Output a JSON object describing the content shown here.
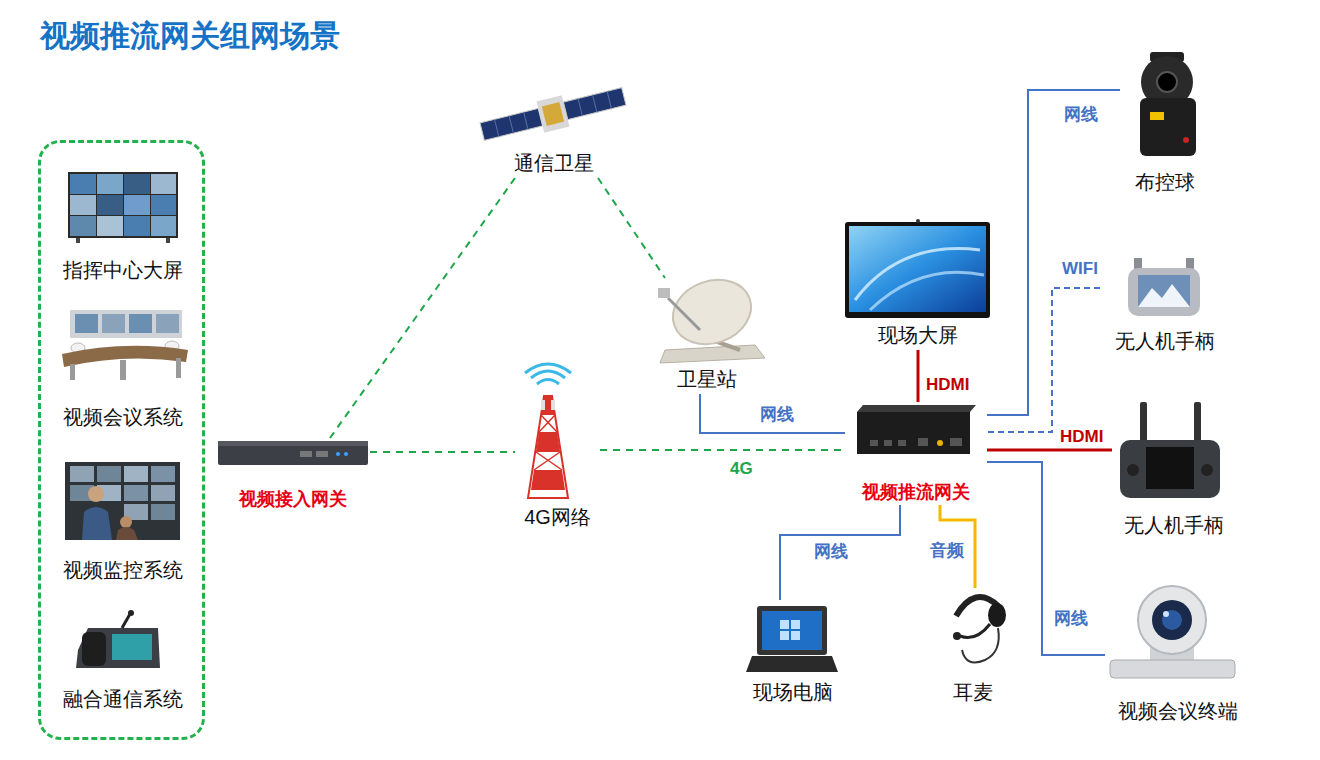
{
  "diagram": {
    "title": "视频推流网关组网场景",
    "nodes": [
      {
        "text": []
      },
      {
        "text": [
          "指挥中心大屏"
        ],
        "in": 0
      },
      {
        "text": [
          "视频会议系统"
        ],
        "in": 0
      },
      {
        "text": [
          "视频监控系统"
        ],
        "in": 0
      },
      {
        "text": [
          "融合通信系统"
        ],
        "in": 0
      },
      {
        "text": [
          "视频接入网关"
        ]
      },
      {
        "text": [
          "通信卫星"
        ]
      },
      {
        "text": [
          "4G网络"
        ]
      },
      {
        "text": [
          "卫星站"
        ]
      },
      {
        "text": [
          "现场大屏"
        ]
      },
      {
        "text": [
          "视频推流网关"
        ]
      },
      {
        "text": [
          "布控球"
        ]
      },
      {
        "text": [
          "无人机手柄"
        ]
      },
      {
        "text": [
          "无人机手柄"
        ]
      },
      {
        "text": [
          "现场电脑"
        ]
      },
      {
        "text": [
          "耳麦"
        ]
      },
      {
        "text": [
          "视频会议终端"
        ]
      }
    ],
    "edges": [
      {
        "from": 5,
        "to": 6,
        "arrow": "none"
      },
      {
        "from": 6,
        "to": 8,
        "arrow": "none"
      },
      {
        "from": 5,
        "to": 7,
        "arrow": "none"
      },
      {
        "from": 7,
        "to": 10,
        "label": "4G",
        "arrow": "none"
      },
      {
        "from": 8,
        "to": 10,
        "label": "网线",
        "arrow": "none"
      },
      {
        "from": 9,
        "to": 10,
        "label": "HDMI",
        "arrow": "none"
      },
      {
        "from": 11,
        "to": 10,
        "label": "网线",
        "arrow": "none"
      },
      {
        "from": 12,
        "to": 10,
        "label": "WIFI",
        "arrow": "none"
      },
      {
        "from": 13,
        "to": 10,
        "label": "HDMI",
        "arrow": "none"
      },
      {
        "from": 14,
        "to": 10,
        "label": "网线",
        "arrow": "none"
      },
      {
        "from": 15,
        "to": 10,
        "label": "音频",
        "arrow": "none"
      },
      {
        "from": 16,
        "to": 10,
        "label": "网线",
        "arrow": "none"
      }
    ]
  }
}
